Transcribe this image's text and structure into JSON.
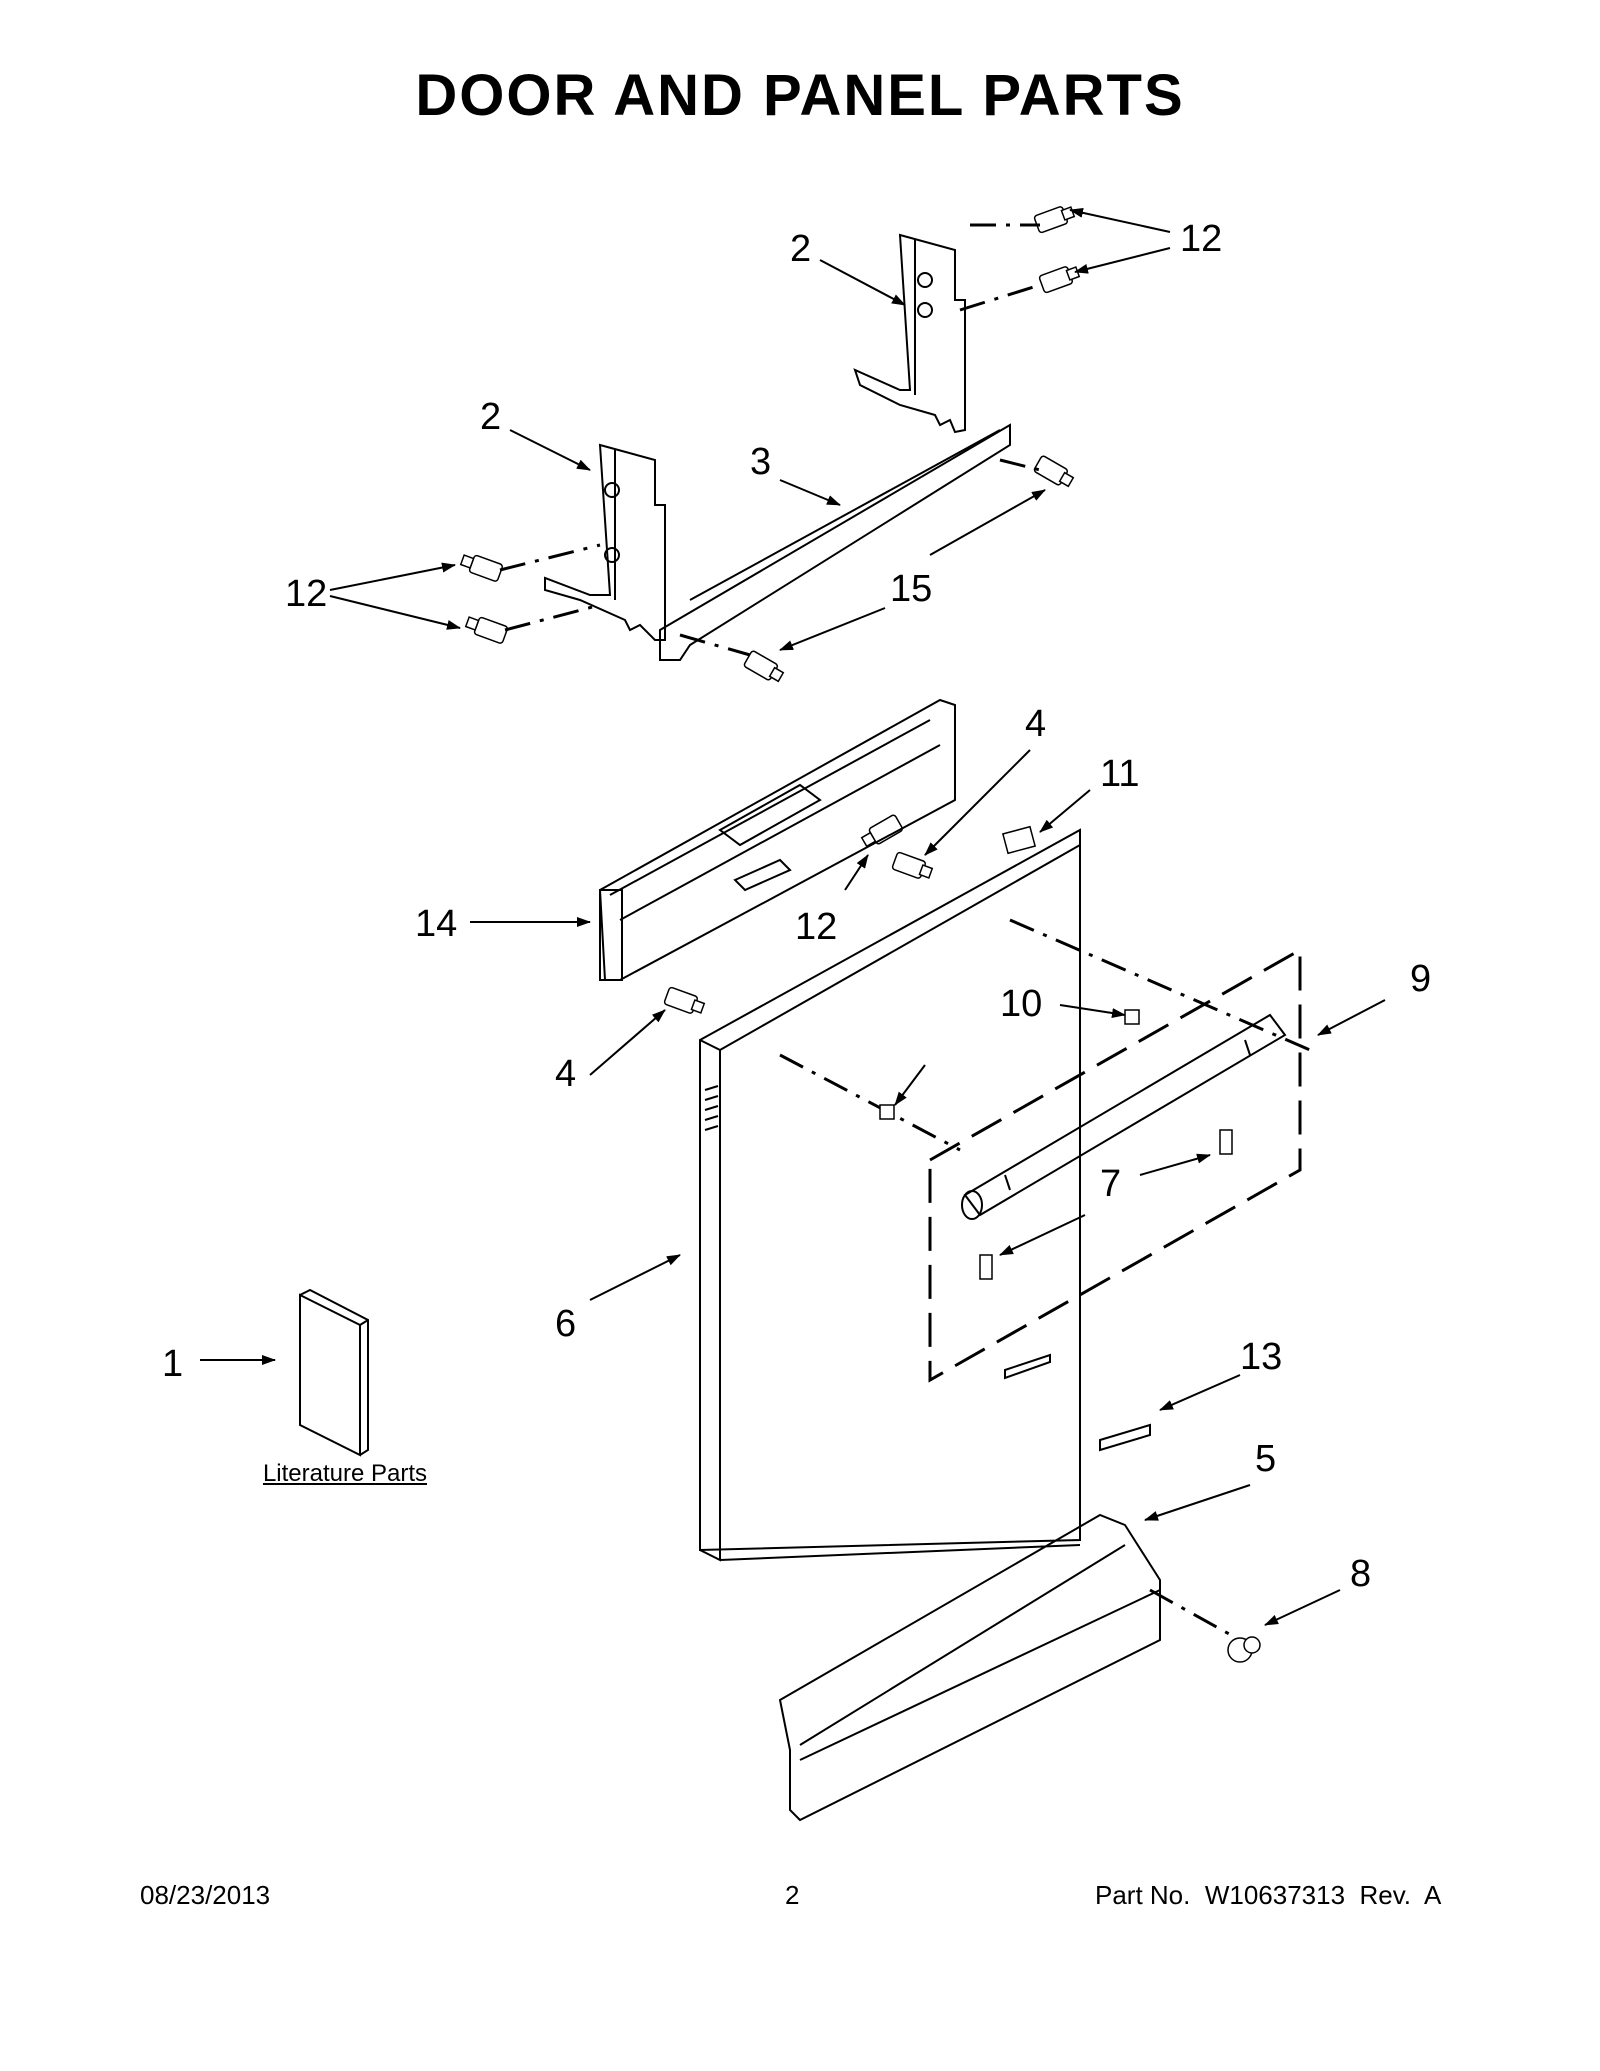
{
  "title": "DOOR AND PANEL PARTS",
  "footer": {
    "date": "08/23/2013",
    "page_number": "2",
    "part_no": "Part No.  W10637313  Rev.  A"
  },
  "literature_label": "Literature Parts",
  "callouts": {
    "c1": "1",
    "c2a": "2",
    "c2b": "2",
    "c3": "3",
    "c4a": "4",
    "c4b": "4",
    "c5": "5",
    "c6": "6",
    "c7": "7",
    "c8": "8",
    "c9": "9",
    "c10": "10",
    "c11": "11",
    "c12a": "12",
    "c12b": "12",
    "c12c": "12",
    "c13": "13",
    "c14": "14",
    "c15": "15"
  }
}
